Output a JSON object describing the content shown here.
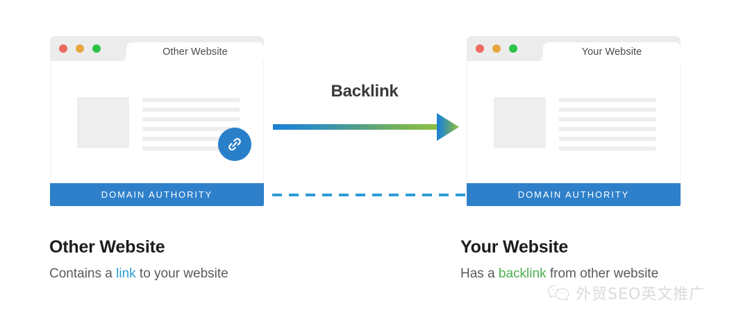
{
  "diagram": {
    "title": "Backlink diagram",
    "connector_label": "Backlink"
  },
  "colors": {
    "brand_blue": "#2e80ca",
    "badge_blue": "#2a7fc9",
    "link_blue": "#2e9bd6",
    "link_green": "#4caf50",
    "arrow_start": "#1b7fd4",
    "arrow_end": "#8cc044",
    "chrome_gray": "#ececec",
    "placeholder_gray": "#eeeeee",
    "dot_red": "#ec6a5e",
    "dot_yellow": "#e9a640",
    "dot_green": "#2ec247",
    "heading_text": "#1c1c1c",
    "body_text": "#58595b"
  },
  "cards": [
    {
      "id": "other-website",
      "tab_label": "Other Website",
      "footer_label": "DOMAIN AUTHORITY",
      "content_lines": 6,
      "has_link_badge": true,
      "link_badge_icon": "link-icon",
      "window_controls": [
        "close-dot",
        "minimize-dot",
        "maximize-dot"
      ]
    },
    {
      "id": "your-website",
      "tab_label": "Your Website",
      "footer_label": "DOMAIN AUTHORITY",
      "content_lines": 6,
      "has_link_badge": false,
      "link_badge_icon": "",
      "window_controls": [
        "close-dot",
        "minimize-dot",
        "maximize-dot"
      ]
    }
  ],
  "captions": [
    {
      "heading": "Other Website",
      "text_before": "Contains a ",
      "highlight": "link",
      "highlight_color": "blue",
      "text_after": " to your website"
    },
    {
      "heading": "Your Website",
      "text_before": "Has a ",
      "highlight": "backlink",
      "highlight_color": "green",
      "text_after": " from other website"
    }
  ],
  "watermark": {
    "icon": "wechat-icon",
    "text": "外贸SEO英文推广"
  }
}
